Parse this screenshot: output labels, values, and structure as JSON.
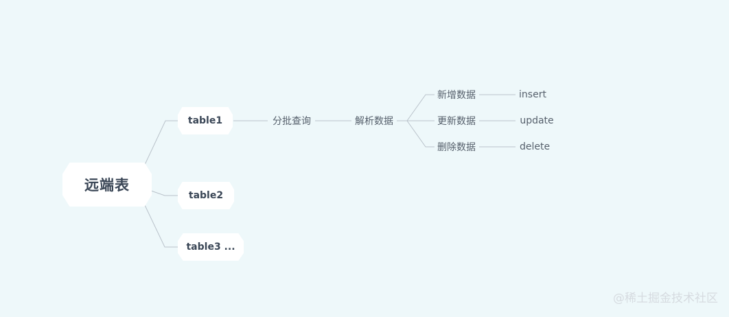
{
  "mindmap": {
    "root": "远端表",
    "tables": [
      "table1",
      "table2",
      "table3 ..."
    ],
    "step1": "分批查询",
    "step2": "解析数据",
    "branches": [
      {
        "label": "新增数据",
        "op": "insert"
      },
      {
        "label": "更新数据",
        "op": "update"
      },
      {
        "label": "删除数据",
        "op": "delete"
      }
    ]
  },
  "watermark": "@稀土掘金技术社区",
  "colors": {
    "background": "#eef8fa",
    "node_fill": "#ffffff",
    "line": "#b9c2ca",
    "root_text": "#3a4656",
    "text": "#555f6b"
  }
}
